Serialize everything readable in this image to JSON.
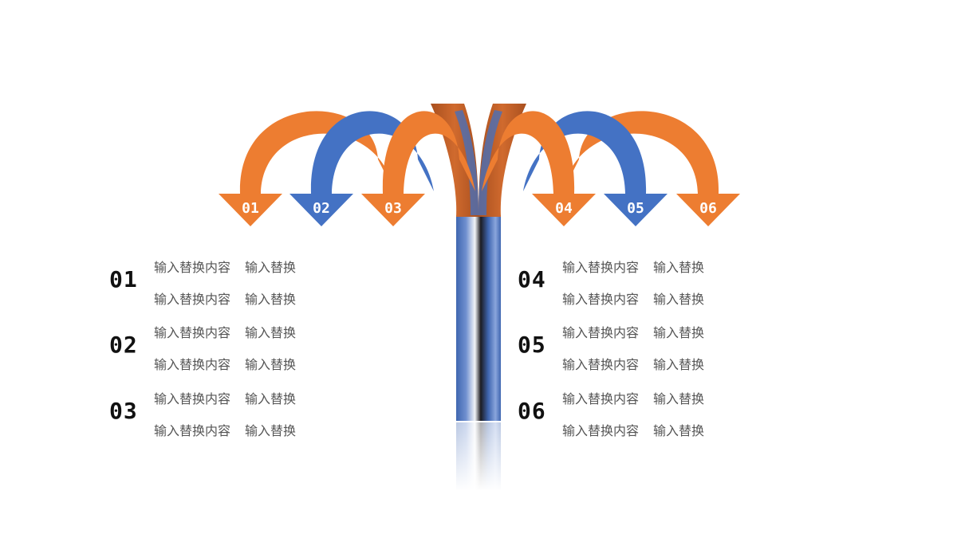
{
  "colors": {
    "orange": "#ED7D31",
    "blue": "#4472C4",
    "root_brown": "#C0602A"
  },
  "arrows": [
    {
      "label": "01",
      "color": "orange"
    },
    {
      "label": "02",
      "color": "blue"
    },
    {
      "label": "03",
      "color": "orange"
    },
    {
      "label": "04",
      "color": "orange"
    },
    {
      "label": "05",
      "color": "blue"
    },
    {
      "label": "06",
      "color": "orange"
    }
  ],
  "items": [
    {
      "num": "01",
      "lines": [
        [
          "输入替换内容",
          "输入替换"
        ],
        [
          "输入替换内容",
          "输入替换"
        ]
      ]
    },
    {
      "num": "02",
      "lines": [
        [
          "输入替换内容",
          "输入替换"
        ],
        [
          "输入替换内容",
          "输入替换"
        ]
      ]
    },
    {
      "num": "03",
      "lines": [
        [
          "输入替换内容",
          "输入替换"
        ],
        [
          "输入替换内容",
          "输入替换"
        ]
      ]
    },
    {
      "num": "04",
      "lines": [
        [
          "输入替换内容",
          "输入替换"
        ],
        [
          "输入替换内容",
          "输入替换"
        ]
      ]
    },
    {
      "num": "05",
      "lines": [
        [
          "输入替换内容",
          "输入替换"
        ],
        [
          "输入替换内容",
          "输入替换"
        ]
      ]
    },
    {
      "num": "06",
      "lines": [
        [
          "输入替换内容",
          "输入替换"
        ],
        [
          "输入替换内容",
          "输入替换"
        ]
      ]
    }
  ]
}
